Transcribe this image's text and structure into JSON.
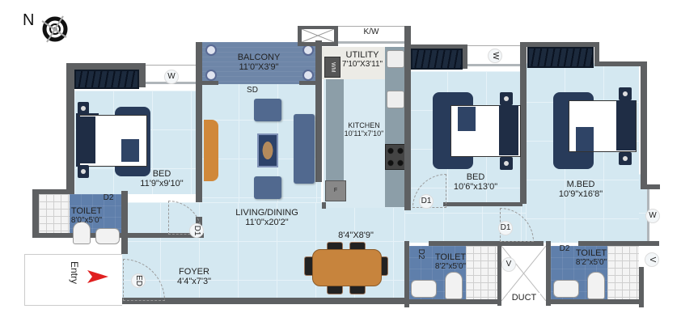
{
  "compass": {
    "north_label": "N",
    "icon": "compass-rose-icon"
  },
  "rooms": {
    "balcony": {
      "name": "BALCONY",
      "dim": "11'0\"X3'9\""
    },
    "utility": {
      "name": "UTILITY",
      "dim": "7'10\"X3'11\""
    },
    "kitchen": {
      "name": "KITCHEN",
      "dim": "10'11\"x7'10\""
    },
    "bed_left": {
      "name": "BED",
      "dim": "11'9\"x9'10\""
    },
    "bed_middle": {
      "name": "BED",
      "dim": "10'6\"x13'0\""
    },
    "master_bed": {
      "name": "M.BED",
      "dim": "10'9\"x16'8\""
    },
    "living_dining": {
      "name": "LIVING/DINING",
      "dim": "11'0\"x20'2\""
    },
    "dining_area": {
      "dim": "8'4\"X8'9\""
    },
    "foyer": {
      "name": "FOYER",
      "dim": "4'4\"x7'3\""
    },
    "toilet_left": {
      "name": "TOILET",
      "dim": "8'0\"x5'0\""
    },
    "toilet_middle": {
      "name": "TOILET",
      "dim": "8'2\"x5'0\""
    },
    "toilet_right": {
      "name": "TOILET",
      "dim": "8'2\"x5'0\""
    },
    "duct": {
      "name": "DUCT"
    }
  },
  "tags": {
    "window": "W",
    "kitchen_window": "K/W",
    "ventilator": "V",
    "sliding_door": "SD",
    "door_main": "D1",
    "door_toilet": "D2",
    "entry_door": "ED",
    "washing_machine": "WM",
    "fridge": "F"
  },
  "entry": {
    "label": "Entry",
    "arrow_color": "#e02020"
  },
  "colors": {
    "floor": "#d6e9f2",
    "wall": "#5e6062",
    "toilet_tile": "#5f7fab",
    "wardrobe": "#1c2a3d",
    "table": "#c7843d"
  }
}
